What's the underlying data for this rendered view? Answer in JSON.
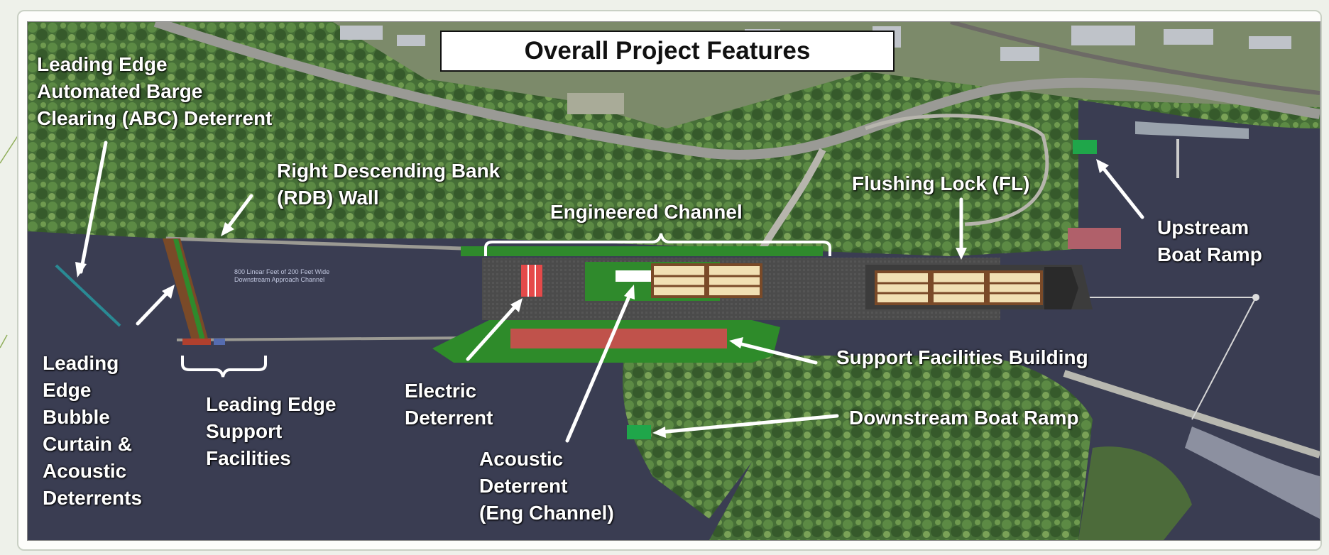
{
  "title": "Overall Project Features",
  "labels": {
    "abc_deterrent": [
      "Leading Edge",
      "Automated Barge",
      "Clearing (ABC) Deterrent"
    ],
    "rdb_wall": [
      "Right Descending Bank",
      "(RDB) Wall"
    ],
    "engineered_channel": "Engineered Channel",
    "flushing_lock": "Flushing Lock (FL)",
    "upstream_ramp": [
      "Upstream",
      "Boat Ramp"
    ],
    "support_building": "Support Facilities Building",
    "downstream_ramp": "Downstream Boat Ramp",
    "bubble_curtain": [
      "Leading",
      "Edge",
      "Bubble",
      "Curtain &",
      "Acoustic",
      "Deterrents"
    ],
    "le_support": [
      "Leading Edge",
      "Support",
      "Facilities"
    ],
    "electric": [
      "Electric",
      "Deterrent"
    ],
    "acoustic_eng": [
      "Acoustic",
      "Deterrent",
      "(Eng Channel)"
    ],
    "approach_channel": [
      "800 Linear Feet of 200 Feet Wide",
      "Downstream Approach Channel"
    ]
  },
  "colors": {
    "water": "#3a3d52",
    "forest": "#3f6a34",
    "concrete": "#4a4a4a",
    "grass": "#2f8a2c",
    "building": "#c0524b",
    "ramp": "#1fa64a",
    "lock_fill": "#f1e0b3"
  }
}
